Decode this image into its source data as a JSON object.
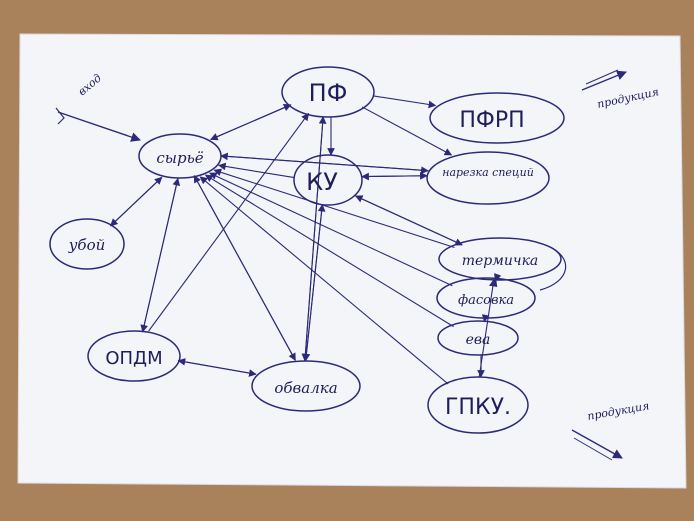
{
  "diagram": {
    "ink": "#2b2a78",
    "paper": "#f4f5f8",
    "table_color": "#a9825c",
    "nodes": [
      {
        "id": "pf",
        "label": "ПФ"
      },
      {
        "id": "pfrp",
        "label": "ПФРП"
      },
      {
        "id": "sbor",
        "label": "сырьё"
      },
      {
        "id": "ku",
        "label": "КУ"
      },
      {
        "id": "nar",
        "label": "нарезка специй"
      },
      {
        "id": "ubo",
        "label": "убой"
      },
      {
        "id": "term",
        "label": "термичка"
      },
      {
        "id": "fas",
        "label": "фасовка"
      },
      {
        "id": "eva",
        "label": "ева"
      },
      {
        "id": "opdm",
        "label": "ОПДМ"
      },
      {
        "id": "obv",
        "label": "обвалка"
      },
      {
        "id": "gpku",
        "label": "ГПКУ."
      }
    ],
    "annotations": [
      {
        "id": "vhod",
        "label": "вход"
      },
      {
        "id": "prod1",
        "label": "продукция"
      },
      {
        "id": "prod2",
        "label": "продукция"
      }
    ],
    "edges": [
      [
        "sbor",
        "pf"
      ],
      [
        "pf",
        "sbor"
      ],
      [
        "pf",
        "pfrp"
      ],
      [
        "pf",
        "ku"
      ],
      [
        "pf",
        "nar"
      ],
      [
        "sbor",
        "nar"
      ],
      [
        "nar",
        "sbor"
      ],
      [
        "ku",
        "nar"
      ],
      [
        "nar",
        "ku"
      ],
      [
        "ku",
        "sbor"
      ],
      [
        "sbor",
        "ubo"
      ],
      [
        "ubo",
        "sbor"
      ],
      [
        "sbor",
        "opdm"
      ],
      [
        "opdm",
        "sbor"
      ],
      [
        "sbor",
        "obv"
      ],
      [
        "obv",
        "sbor"
      ],
      [
        "opdm",
        "obv"
      ],
      [
        "obv",
        "opdm"
      ],
      [
        "obv",
        "pf"
      ],
      [
        "pf",
        "obv"
      ],
      [
        "obv",
        "ku"
      ],
      [
        "ku",
        "obv"
      ],
      [
        "opdm",
        "pf"
      ],
      [
        "term",
        "sbor"
      ],
      [
        "fas",
        "sbor"
      ],
      [
        "eva",
        "sbor"
      ],
      [
        "gpku",
        "sbor"
      ],
      [
        "term",
        "ku"
      ],
      [
        "ku",
        "term"
      ],
      [
        "term",
        "fas"
      ],
      [
        "fas",
        "eva"
      ],
      [
        "eva",
        "gpku"
      ],
      [
        "gpku",
        "term"
      ],
      [
        "fas",
        "term"
      ]
    ]
  }
}
